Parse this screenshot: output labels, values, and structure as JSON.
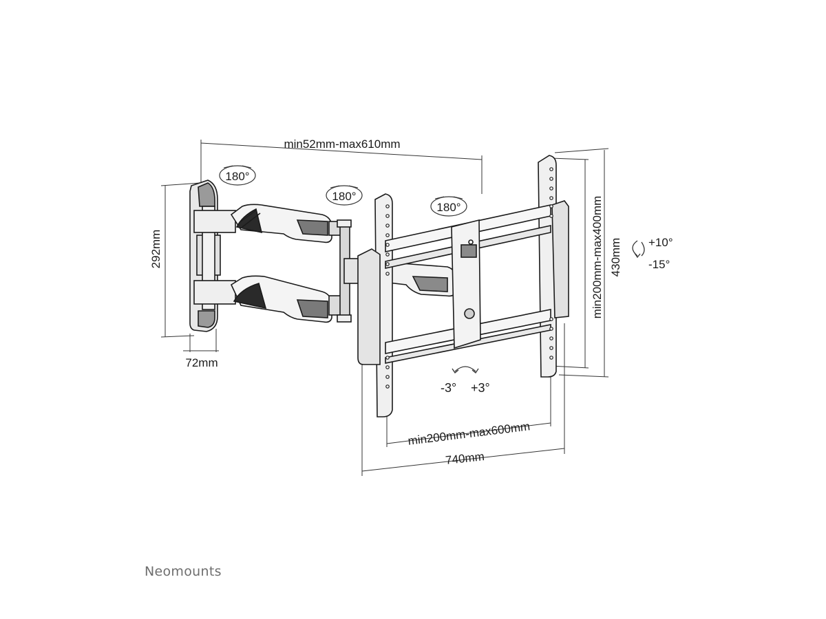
{
  "dimensions": {
    "arm_reach": "min52mm-max610mm",
    "wall_plate_height": "292mm",
    "wall_plate_depth": "72mm",
    "vesa_width": "min200mm-max600mm",
    "total_width": "740mm",
    "vesa_height": "min200mm-max400mm",
    "total_height": "430mm"
  },
  "rotations": {
    "swivel_1": "180°",
    "swivel_2": "180°",
    "swivel_3": "180°",
    "tilt_up": "+10°",
    "tilt_down": "-15°",
    "level_minus": "-3°",
    "level_plus": "+3°"
  },
  "brand": "Neomounts",
  "colors": {
    "line": "#1a1a1a",
    "fill_light": "#e6e6e6",
    "fill_mid": "#bdbdbd",
    "fill_dark": "#6a6a6a",
    "brand": "#6e6e6e"
  }
}
